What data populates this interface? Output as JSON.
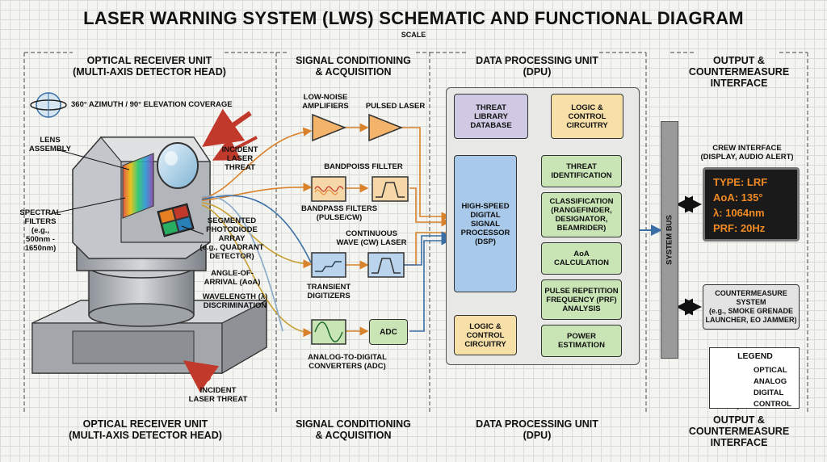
{
  "title": "LASER WARNING SYSTEM (LWS) SCHEMATIC AND FUNCTIONAL DIAGRAM",
  "scale": "SCALE",
  "sections": {
    "orx": "OPTICAL RECEIVER UNIT\n(MULTI-AXIS DETECTOR HEAD)",
    "sca": "SIGNAL CONDITIONING\n& ACQUISITION",
    "dpu": "DATA PROCESSING UNIT\n(DPU)",
    "out": "OUTPUT &\nCOUNTERMEASURE\nINTERFACE"
  },
  "receiver": {
    "coverage": "360° AZIMUTH / 90° ELEVATION COVERAGE",
    "lens": "LENS\nASSEMBLY",
    "threat_top": "INCIDENT\nLASER\nTHREAT",
    "spectral": "SPECTRAL\nFILTERS\n(e.g.,\n500nm -\n1650nm)",
    "photodiode": "SEGMENTED\nPHOTODIODE\nARRAY\n(e.g., QUADRANT\nDETECTOR)",
    "aoa": "ANGLE-OF-\nARRIVAL (AoA)",
    "wavelength": "WAVELENGTH (λ)\nDISCRIMINATION",
    "threat_bottom": "INCIDENT\nLASER THREAT"
  },
  "conditioning": {
    "lna": "LOW-NOISE\nAMPLIFIERS",
    "pulsed": "PULSED LASER",
    "bandpoiss": "BANDPOISS FILLTER",
    "bandpass": "BANDPASS FILTERS\n(PULSE/CW)",
    "cw": "CONTINUOUS\nWAVE (CW) LASER",
    "transient": "TRANSIENT\nDIGITIZERS",
    "adc_box": "ADC",
    "adc_label": "ANALOG-TO-DIGITAL\nCONVERTERS (ADC)"
  },
  "dpu": {
    "library": "THREAT\nLIBRARY\nDATABASE",
    "logic_top": "LOGIC &\nCONTROL\nCIRCUITRY",
    "dsp": "HIGH-SPEED\nDIGITAL\nSIGNAL\nPROCESSOR\n(DSP)",
    "logic_bottom": "LOGIC &\nCONTROL\nCIRCUITRY",
    "threat_id": "THREAT\nIDENTIFICATION",
    "classification": "CLASSIFICATION\n(RANGEFINDER,\nDESIGNATOR,\nBEAMRIDER)",
    "aoa_calc": "AoA\nCALCULATION",
    "prf": "PULSE REPETITION\nFREQUENCY (PRF)\nANALYSIS",
    "power": "POWER\nESTIMATION"
  },
  "output": {
    "system_bus": "SYSTEM BUS",
    "crew_title": "CREW INTERFACE\n(DISPLAY, AUDIO ALERT)",
    "crew_lines": [
      "TYPE: LRF",
      "AoA: 135°",
      "λ: 1064nm",
      "PRF: 20Hz"
    ],
    "cm": "COUNTERMEASURE\nSYSTEM\n(e.g., SMOKE GRENADE\nLAUNCHER, EO JAMMER)"
  },
  "legend": {
    "title": "LEGEND",
    "items": [
      {
        "label": "OPTICAL",
        "color": "#d9822b"
      },
      {
        "label": "ANALOG",
        "color": "#c8a033"
      },
      {
        "label": "DIGITAL",
        "color": "#3a6ea5"
      },
      {
        "label": "CONTROL",
        "color": "#111111"
      }
    ]
  },
  "colors": {
    "optical": "#d9822b",
    "analog": "#c8a033",
    "digital": "#3a6ea5",
    "threat": "#c0392b",
    "display_text": "#f08a24"
  }
}
